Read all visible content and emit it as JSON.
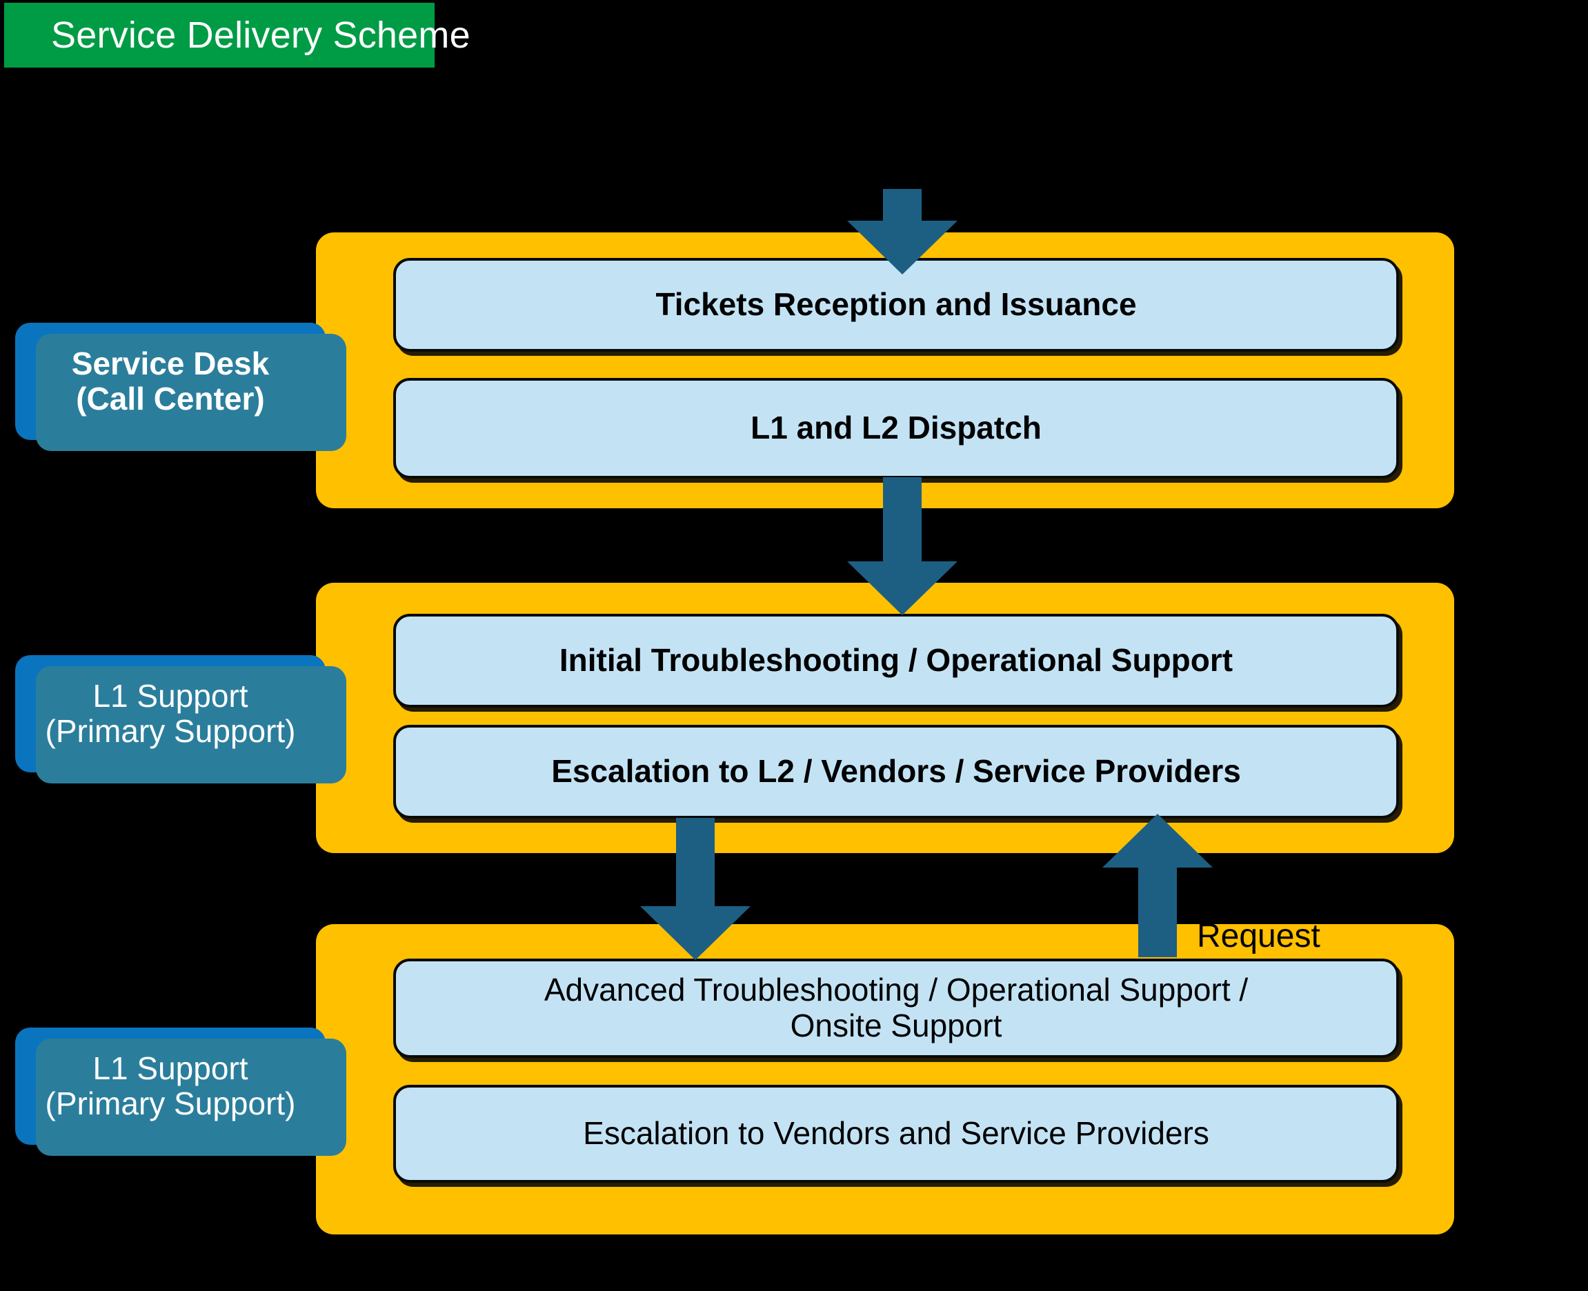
{
  "title": {
    "text": "Service Delivery Scheme",
    "background": "#009B45",
    "color": "#FFFFFF"
  },
  "colors": {
    "canvas_background": "#000000",
    "lane_yellow": "#FFC000",
    "process_box_fill": "#C3E3F5",
    "process_box_border": "#000000",
    "role_label_blue": "#0A74BE",
    "role_label_shadow": "#2B7E9B",
    "arrow_teal": "#1D5F83",
    "title_green": "#009B45"
  },
  "lanes": [
    {
      "role": {
        "line1": "Service Desk",
        "line2": "(Call Center)"
      },
      "boxes": [
        {
          "text": "Tickets Reception and Issuance"
        },
        {
          "text": "L1 and L2 Dispatch"
        }
      ]
    },
    {
      "role": {
        "line1": "L1 Support",
        "line2": "(Primary Support)"
      },
      "boxes": [
        {
          "text": "Initial Troubleshooting / Operational Support"
        },
        {
          "text": "Escalation to L2 / Vendors / Service Providers"
        }
      ]
    },
    {
      "role": {
        "line1": "L1 Support",
        "line2": "(Primary Support)"
      },
      "boxes": [
        {
          "line1": "Advanced Troubleshooting / Operational Support /",
          "line2": "Onsite Support"
        },
        {
          "text": "Escalation to Vendors and Service Providers"
        }
      ]
    }
  ],
  "annotations": {
    "request": "Request"
  },
  "arrows": [
    {
      "name": "inbound-arrow",
      "direction": "down"
    },
    {
      "name": "dispatch-to-l1-arrow",
      "direction": "down"
    },
    {
      "name": "escalation-to-l2-arrow",
      "direction": "down"
    },
    {
      "name": "request-return-arrow",
      "direction": "up"
    }
  ]
}
